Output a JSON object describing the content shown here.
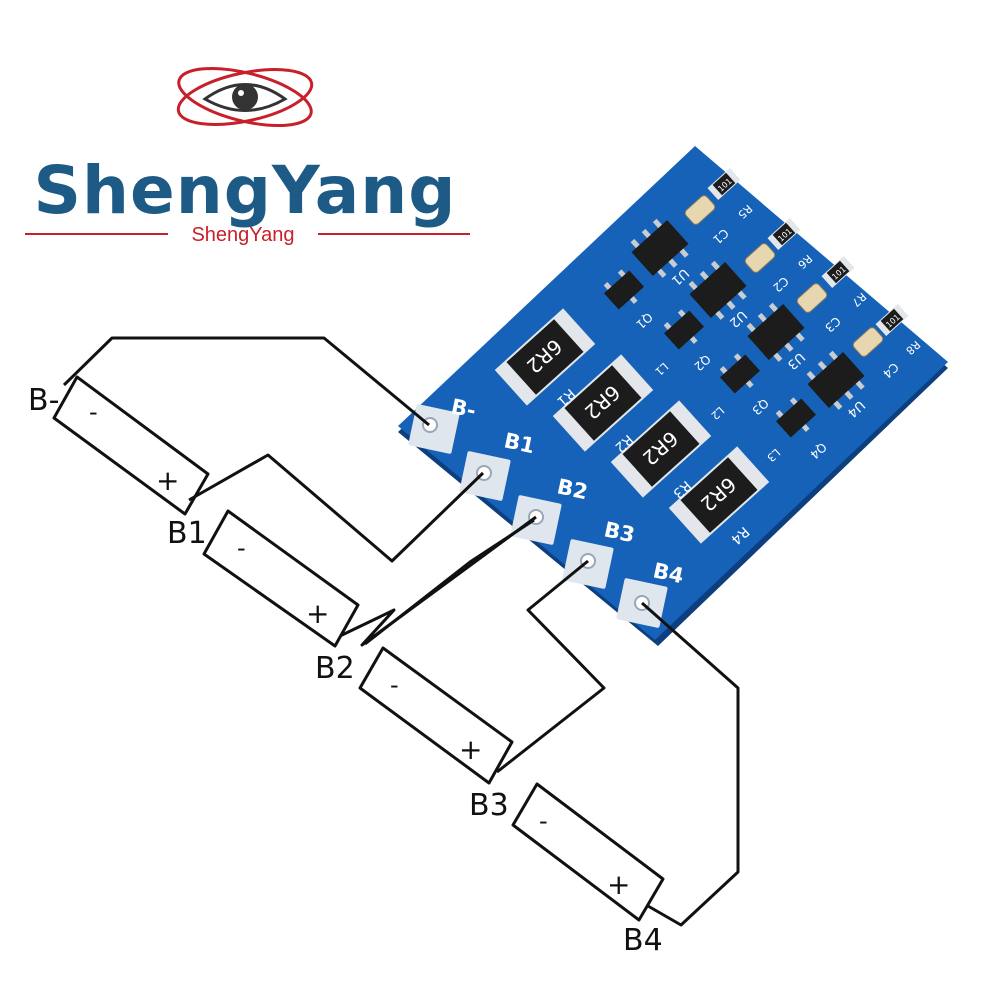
{
  "logo": {
    "brand": "ShengYang",
    "tagline": "ShengYang",
    "primary_color": "#1e5a86",
    "accent_color": "#c8202a",
    "icon": "eye-orbit-icon"
  },
  "board": {
    "color": "#1662b8",
    "pad_labels": [
      "B-",
      "B1",
      "B2",
      "B3",
      "B4"
    ],
    "resistors": [
      {
        "code": "6R2",
        "ref": "R1"
      },
      {
        "code": "6R2",
        "ref": "R2"
      },
      {
        "code": "6R2",
        "ref": "R3"
      },
      {
        "code": "6R2",
        "ref": "R4"
      }
    ],
    "small_resistors": [
      {
        "code": "101",
        "ref": "R5"
      },
      {
        "code": "101",
        "ref": "R6"
      },
      {
        "code": "101",
        "ref": "R7"
      },
      {
        "code": "101",
        "ref": "R8"
      }
    ],
    "chips": [
      "U1",
      "U2",
      "U3",
      "U4"
    ],
    "transistors": [
      "Q1",
      "Q2",
      "Q3",
      "Q4"
    ],
    "capacitors": [
      "C1",
      "C2",
      "C3",
      "C4"
    ],
    "leds": [
      "L1",
      "L2",
      "L3"
    ]
  },
  "wiring": {
    "node_labels": [
      "B-",
      "B1",
      "B2",
      "B3",
      "B4"
    ],
    "cells": [
      {
        "minus": "-",
        "plus": "+"
      },
      {
        "minus": "-",
        "plus": "+"
      },
      {
        "minus": "-",
        "plus": "+"
      },
      {
        "minus": "-",
        "plus": "+"
      }
    ]
  }
}
